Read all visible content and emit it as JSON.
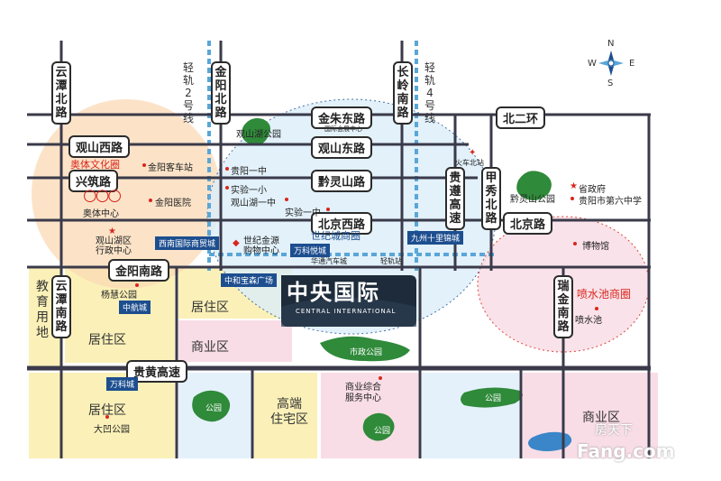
{
  "roads_v": {
    "yuntan_bei": "云潭北路",
    "jinyang_bei": "金阳北路",
    "changling_nan": "长岭南路",
    "guizun": "贵遵高速",
    "jiaxiu_bei": "甲秀北路",
    "yuntan_nan": "云潭南路",
    "ruijin_nan": "瑞金南路"
  },
  "roads_h": {
    "jinzhu_dong": "金朱东路",
    "guanshan_xi": "观山西路",
    "guanshan_dong": "观山东路",
    "xingzhu": "兴筑路",
    "qianling_shan": "黔灵山路",
    "beijing_xi": "北京西路",
    "beijing": "北京路",
    "jinyang_nan": "金阳南路",
    "bei_erhuan": "北二环",
    "guihuang": "贵黄高速"
  },
  "metro": {
    "line2": "轻轨2号线",
    "line4": "轻轨4号线"
  },
  "circles": {
    "olympic": "奥体文化圈",
    "century": "世纪城商圈",
    "fountain": "喷水池商圈"
  },
  "pois": {
    "jinyang_bus": "金阳客车站",
    "olympic_center": "奥体中心",
    "jinyang_hospital": "金阳医院",
    "guanshan_district": "观山湖区\n行政中心",
    "yizhong": "贵阳一中",
    "shiyan_1xiao": "实验一小",
    "guanshan_1zhong": "观山湖一中",
    "shiyan_1zhong": "实验一中",
    "shijijinyuan": "世纪金源\n购物中心",
    "huatong": "华通汽车城",
    "qinggui": "轻轨站",
    "huochebei": "火车北站",
    "provincial_gov": "省政府",
    "no6_middle": "贵阳市第六中学",
    "museum": "博物馆",
    "fountain_poi": "喷水池",
    "yanghui_park": "杨慧公园",
    "dawa_park": "大凹公园",
    "commerce_center": "商业综合\n服务中心",
    "intl_conference": "国际会展中心"
  },
  "parks": {
    "guanshanhu": "观山湖公园",
    "qianlingshan": "黔灵山公园",
    "shixi": "市政公园",
    "p1": "公园",
    "p2": "公园",
    "p3": "公园"
  },
  "tags": {
    "xinan": "西南国际商贸城",
    "wanke_yuecheng": "万科悦城",
    "zhonghe": "中和宝森广场",
    "zhonghang": "中航城",
    "wanke": "万科城",
    "jiuzhou": "九州十里锦城"
  },
  "zones": {
    "edu": "教\n育\n用\n地",
    "res1": "居住区",
    "res2": "居住区",
    "res3": "居住区",
    "com1": "商业区",
    "com2": "商业区",
    "high_res": "高端\n住宅区"
  },
  "project": {
    "name_cn": "中央国际",
    "name_en": "CENTRAL INTERNATIONAL"
  },
  "compass": {
    "n": "N",
    "s": "S",
    "w": "W",
    "e": "E"
  },
  "watermark": {
    "cn": "房天下",
    "en": "Fang.com"
  },
  "colors": {
    "road": "#3a3a4a",
    "metro": "#5aa6d8",
    "yellow_zone": "#fbf1b8",
    "pink_zone": "#f8dde6",
    "blue_zone": "#e4f1fb",
    "park_green": "#2f8a3a",
    "accent_red": "#d9261c",
    "navy": "#1d4e8f"
  }
}
